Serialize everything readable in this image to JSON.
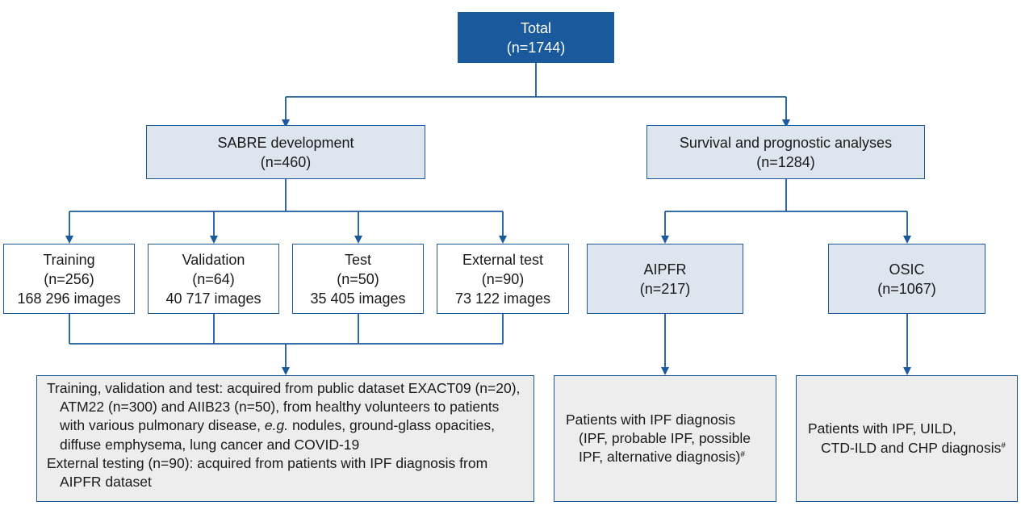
{
  "total": {
    "title": "Total",
    "count": "(n=1744)"
  },
  "sabre": {
    "title": "SABRE development",
    "count": "(n=460)"
  },
  "survival": {
    "title": "Survival and prognostic analyses",
    "count": "(n=1284)"
  },
  "splits": [
    {
      "title": "Training",
      "count": "(n=256)",
      "images": "168 296 images"
    },
    {
      "title": "Validation",
      "count": "(n=64)",
      "images": "40 717 images"
    },
    {
      "title": "Test",
      "count": "(n=50)",
      "images": "35 405 images"
    },
    {
      "title": "External test",
      "count": "(n=90)",
      "images": "73 122 images"
    }
  ],
  "aipfr": {
    "title": "AIPFR",
    "count": "(n=217)"
  },
  "osic": {
    "title": "OSIC",
    "count": "(n=1067)"
  },
  "sabre_note": {
    "line1_a": "Training, validation and test: acquired from public dataset EXACT09 (n=20), ATM22 (n=300) and AIIB23 (n=50), from healthy volunteers to patients with various pulmonary disease, ",
    "line1_eg": "e.g.",
    "line1_b": " nodules, ground-glass opacities, diffuse emphysema, lung cancer and COVID-19",
    "line2": "External testing (n=90): acquired from patients with IPF diagnosis from AIPFR dataset"
  },
  "aipfr_note": {
    "main": "Patients with IPF diagnosis",
    "sub": "(IPF, probable IPF, possible IPF, alternative diagnosis)",
    "mark": "#"
  },
  "osic_note": {
    "main": "Patients with IPF, UILD,",
    "sub": "CTD-ILD and CHP diagnosis",
    "mark": "#"
  },
  "colors": {
    "line": "#1a5a9c",
    "dark_box": "#1a5a9c",
    "light_box": "#dde5ef",
    "note_box": "#ededed"
  }
}
